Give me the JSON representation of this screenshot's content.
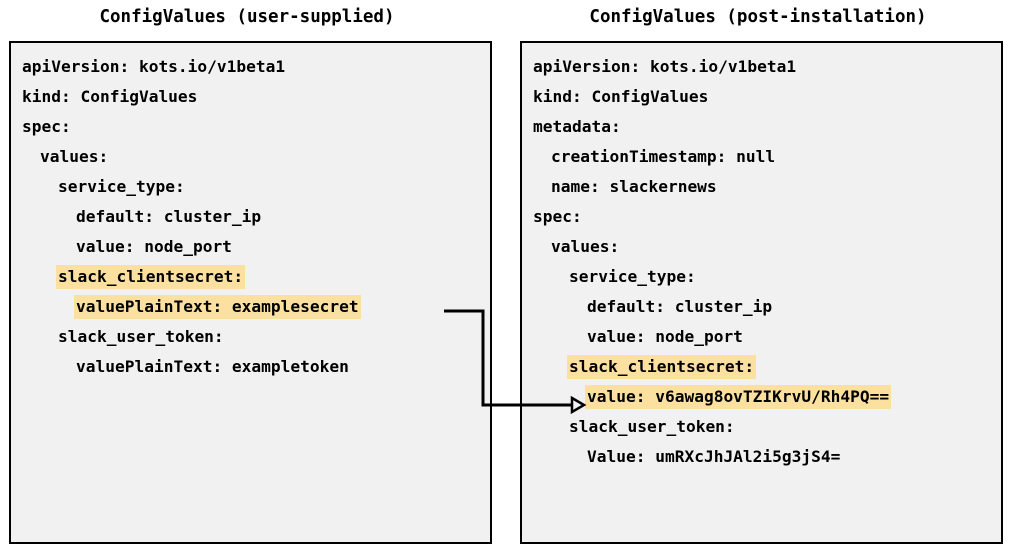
{
  "colors": {
    "highlight": "#fce0a0",
    "box_background": "#f1f1f1",
    "box_border": "#000000",
    "text": "#000000",
    "page_background": "#ffffff"
  },
  "panels": [
    {
      "id": "left",
      "title": "ConfigValues (user-supplied)",
      "lines": [
        {
          "text": "apiVersion: kots.io/v1beta1",
          "indent": 0,
          "highlight": false
        },
        {
          "text": "kind: ConfigValues",
          "indent": 0,
          "highlight": false
        },
        {
          "text": "spec:",
          "indent": 0,
          "highlight": false
        },
        {
          "text": "values:",
          "indent": 1,
          "highlight": false
        },
        {
          "text": "service_type:",
          "indent": 2,
          "highlight": false
        },
        {
          "text": "default: cluster_ip",
          "indent": 3,
          "highlight": false
        },
        {
          "text": "value: node_port",
          "indent": 3,
          "highlight": false
        },
        {
          "text": "slack_clientsecret:",
          "indent": 2,
          "highlight": true
        },
        {
          "text": "valuePlainText: examplesecret",
          "indent": 3,
          "highlight": true
        },
        {
          "text": "slack_user_token:",
          "indent": 2,
          "highlight": false
        },
        {
          "text": "valuePlainText: exampletoken",
          "indent": 3,
          "highlight": false
        }
      ]
    },
    {
      "id": "right",
      "title": "ConfigValues (post-installation)",
      "lines": [
        {
          "text": "apiVersion: kots.io/v1beta1",
          "indent": 0,
          "highlight": false
        },
        {
          "text": "kind: ConfigValues",
          "indent": 0,
          "highlight": false
        },
        {
          "text": "metadata:",
          "indent": 0,
          "highlight": false
        },
        {
          "text": "creationTimestamp: null",
          "indent": 1,
          "highlight": false
        },
        {
          "text": "name: slackernews",
          "indent": 1,
          "highlight": false
        },
        {
          "text": "spec:",
          "indent": 0,
          "highlight": false
        },
        {
          "text": "values:",
          "indent": 1,
          "highlight": false
        },
        {
          "text": "service_type:",
          "indent": 2,
          "highlight": false
        },
        {
          "text": "default: cluster_ip",
          "indent": 3,
          "highlight": false
        },
        {
          "text": "value: node_port",
          "indent": 3,
          "highlight": false
        },
        {
          "text": "slack_clientsecret:",
          "indent": 2,
          "highlight": true
        },
        {
          "text": "value: v6awag8ovTZIKrvU/Rh4PQ==",
          "indent": 3,
          "highlight": true
        },
        {
          "text": "slack_user_token:",
          "indent": 2,
          "highlight": false
        },
        {
          "text": "Value: umRXcJhJAl2i5g3jS4=",
          "indent": 3,
          "highlight": false
        }
      ]
    }
  ],
  "connector": {
    "description": "arrow from user-supplied slack_clientsecret valuePlainText to post-installation slack_clientsecret value",
    "from_line": "valuePlainText: examplesecret",
    "to_line": "value: v6awag8ovTZIKrvU/Rh4PQ==",
    "color": "#000000"
  }
}
